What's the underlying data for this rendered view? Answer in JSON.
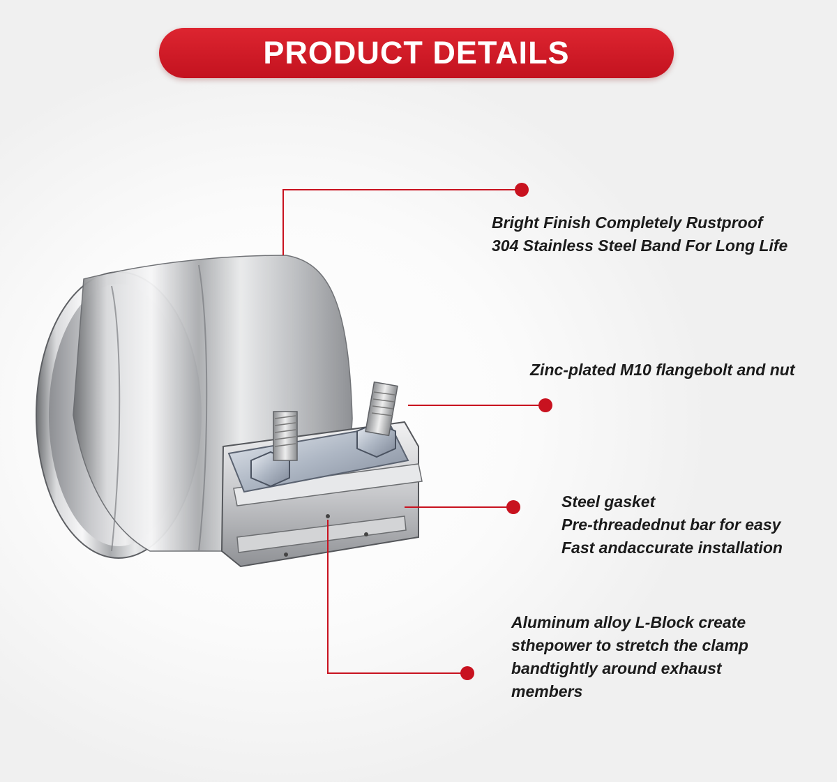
{
  "header": {
    "title": "PRODUCT DETAILS"
  },
  "callouts": [
    {
      "lines": [
        "Bright Finish Completely Rustproof",
        "304 Stainless Steel Band For Long Life"
      ]
    },
    {
      "lines": [
        "Zinc-plated M10 flangebolt and nut"
      ]
    },
    {
      "lines": [
        "Steel gasket",
        "Pre-threadednut bar for easy",
        "Fast andaccurate installation"
      ]
    },
    {
      "lines": [
        "Aluminum alloy L-Block create",
        "sthepower to stretch the clamp",
        "bandtightly around exhaust",
        "members"
      ]
    }
  ],
  "colors": {
    "accent": "#c8121f",
    "text": "#1b1b1b"
  }
}
